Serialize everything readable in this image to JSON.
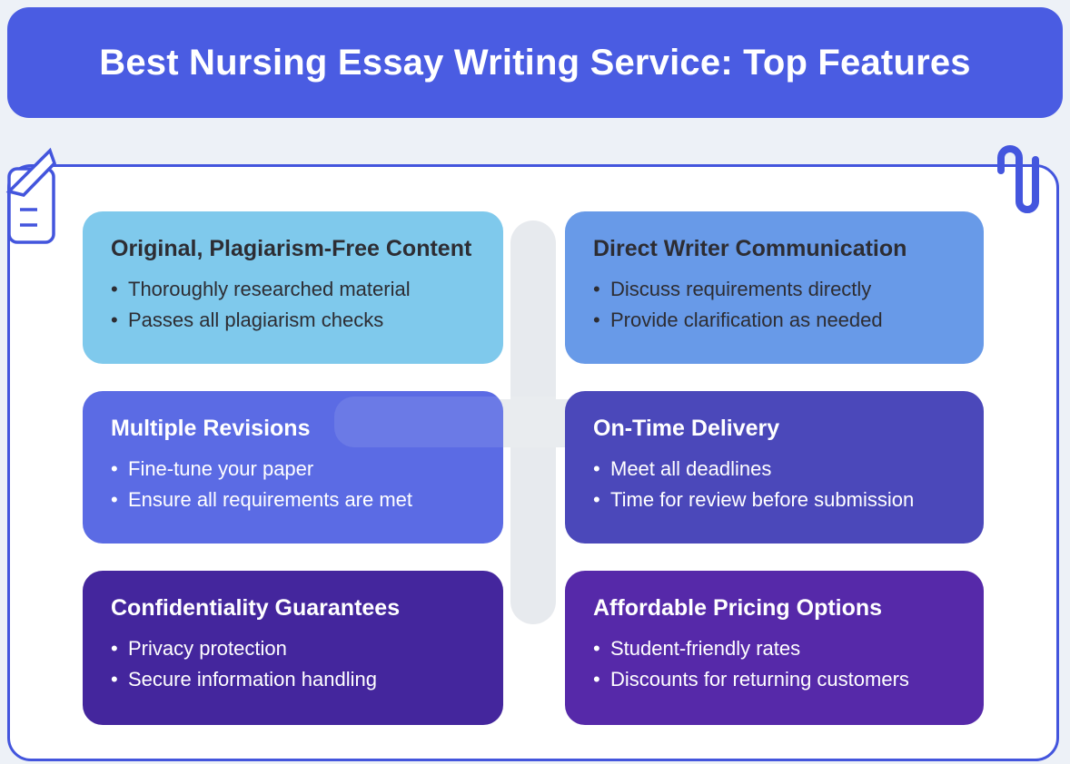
{
  "header": {
    "title": "Best Nursing Essay Writing Service: Top Features",
    "bg_color": "#4a5ce2",
    "text_color": "#ffffff"
  },
  "board": {
    "bg_color": "#ffffff",
    "border_color": "#4355dd",
    "connector_color": "#e7eaee"
  },
  "ui": {
    "bullet": "•"
  },
  "cards": [
    {
      "title": "Original, Plagiarism-Free Content",
      "bullets": [
        "Thoroughly researched material",
        "Passes all plagiarism checks"
      ],
      "bg_color": "#7fc9ec",
      "text_color": "#2d2d33"
    },
    {
      "title": "Direct Writer Communication",
      "bullets": [
        "Discuss requirements directly",
        "Provide clarification as needed"
      ],
      "bg_color": "#689ae8",
      "text_color": "#2d2d33"
    },
    {
      "title": "Multiple Revisions",
      "bullets": [
        "Fine-tune your paper",
        "Ensure all requirements are met"
      ],
      "bg_color": "#5b6be4",
      "text_color": "#ffffff"
    },
    {
      "title": "On-Time Delivery",
      "bullets": [
        "Meet all deadlines",
        "Time for review before submission"
      ],
      "bg_color": "#4b48ba",
      "text_color": "#ffffff"
    },
    {
      "title": "Confidentiality Guarantees",
      "bullets": [
        "Privacy protection",
        "Secure information handling"
      ],
      "bg_color": "#44269d",
      "text_color": "#ffffff"
    },
    {
      "title": "Affordable Pricing Options",
      "bullets": [
        "Student-friendly rates",
        "Discounts for returning customers"
      ],
      "bg_color": "#5629a9",
      "text_color": "#ffffff"
    }
  ]
}
